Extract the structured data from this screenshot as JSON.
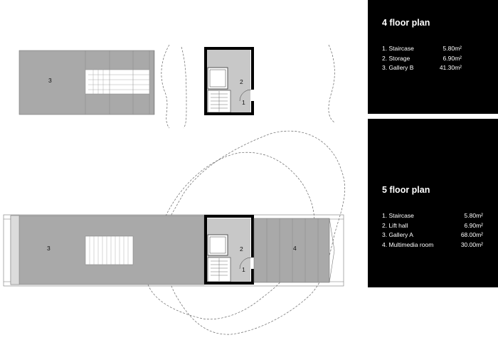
{
  "floor4": {
    "title": "4 floor plan",
    "rooms": [
      {
        "label": "1. Staircase",
        "area": "5.80m²"
      },
      {
        "label": "2. Storage",
        "area": "6.90m²"
      },
      {
        "label": "3. Gallery B",
        "area": "41.30m²"
      }
    ],
    "tags": {
      "gallery": "3",
      "storage": "2",
      "staircase": "1"
    }
  },
  "floor5": {
    "title": "5 floor plan",
    "rooms": [
      {
        "label": "1. Staircase",
        "area": "5.80m²"
      },
      {
        "label": "2. Lift hall",
        "area": "6.90m²"
      },
      {
        "label": "3. Gallery A",
        "area": "68.00m²"
      },
      {
        "label": "4. Multimedia room",
        "area": "30.00m²"
      }
    ],
    "tags": {
      "gallery": "3",
      "lifthall": "2",
      "staircase": "1",
      "multimedia": "4"
    }
  },
  "colors": {
    "slab": "#a9a9a9",
    "hall": "#c8c8c8",
    "wall": "#000000",
    "panel": "#000000",
    "panel_text": "#ffffff"
  }
}
